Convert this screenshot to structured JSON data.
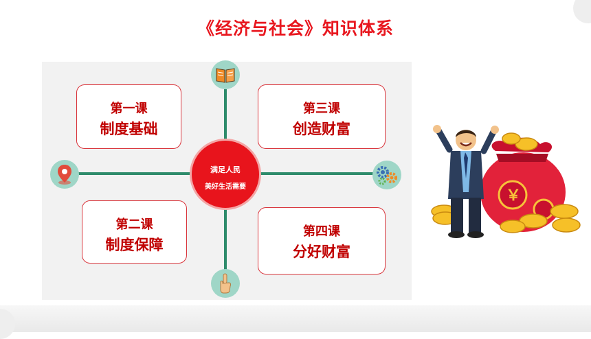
{
  "title": "《经济与社会》知识体系",
  "hub": {
    "line1": "满足人民",
    "line2": "美好生活需要"
  },
  "cards": [
    {
      "lesson": "第一课",
      "topic": "制度基础"
    },
    {
      "lesson": "第三课",
      "topic": "创造财富"
    },
    {
      "lesson": "第二课",
      "topic": "制度保障"
    },
    {
      "lesson": "第四课",
      "topic": "分好财富"
    }
  ],
  "coin_symbol": "￥",
  "icons": [
    "book-icon",
    "location-pin-icon",
    "gears-icon",
    "pointing-hand-icon"
  ],
  "colors": {
    "title": "#e8171f",
    "card_text": "#c00000",
    "hub": "#e8141c",
    "axis": "#2e8b6b",
    "bubble": "#9fd6c7"
  }
}
